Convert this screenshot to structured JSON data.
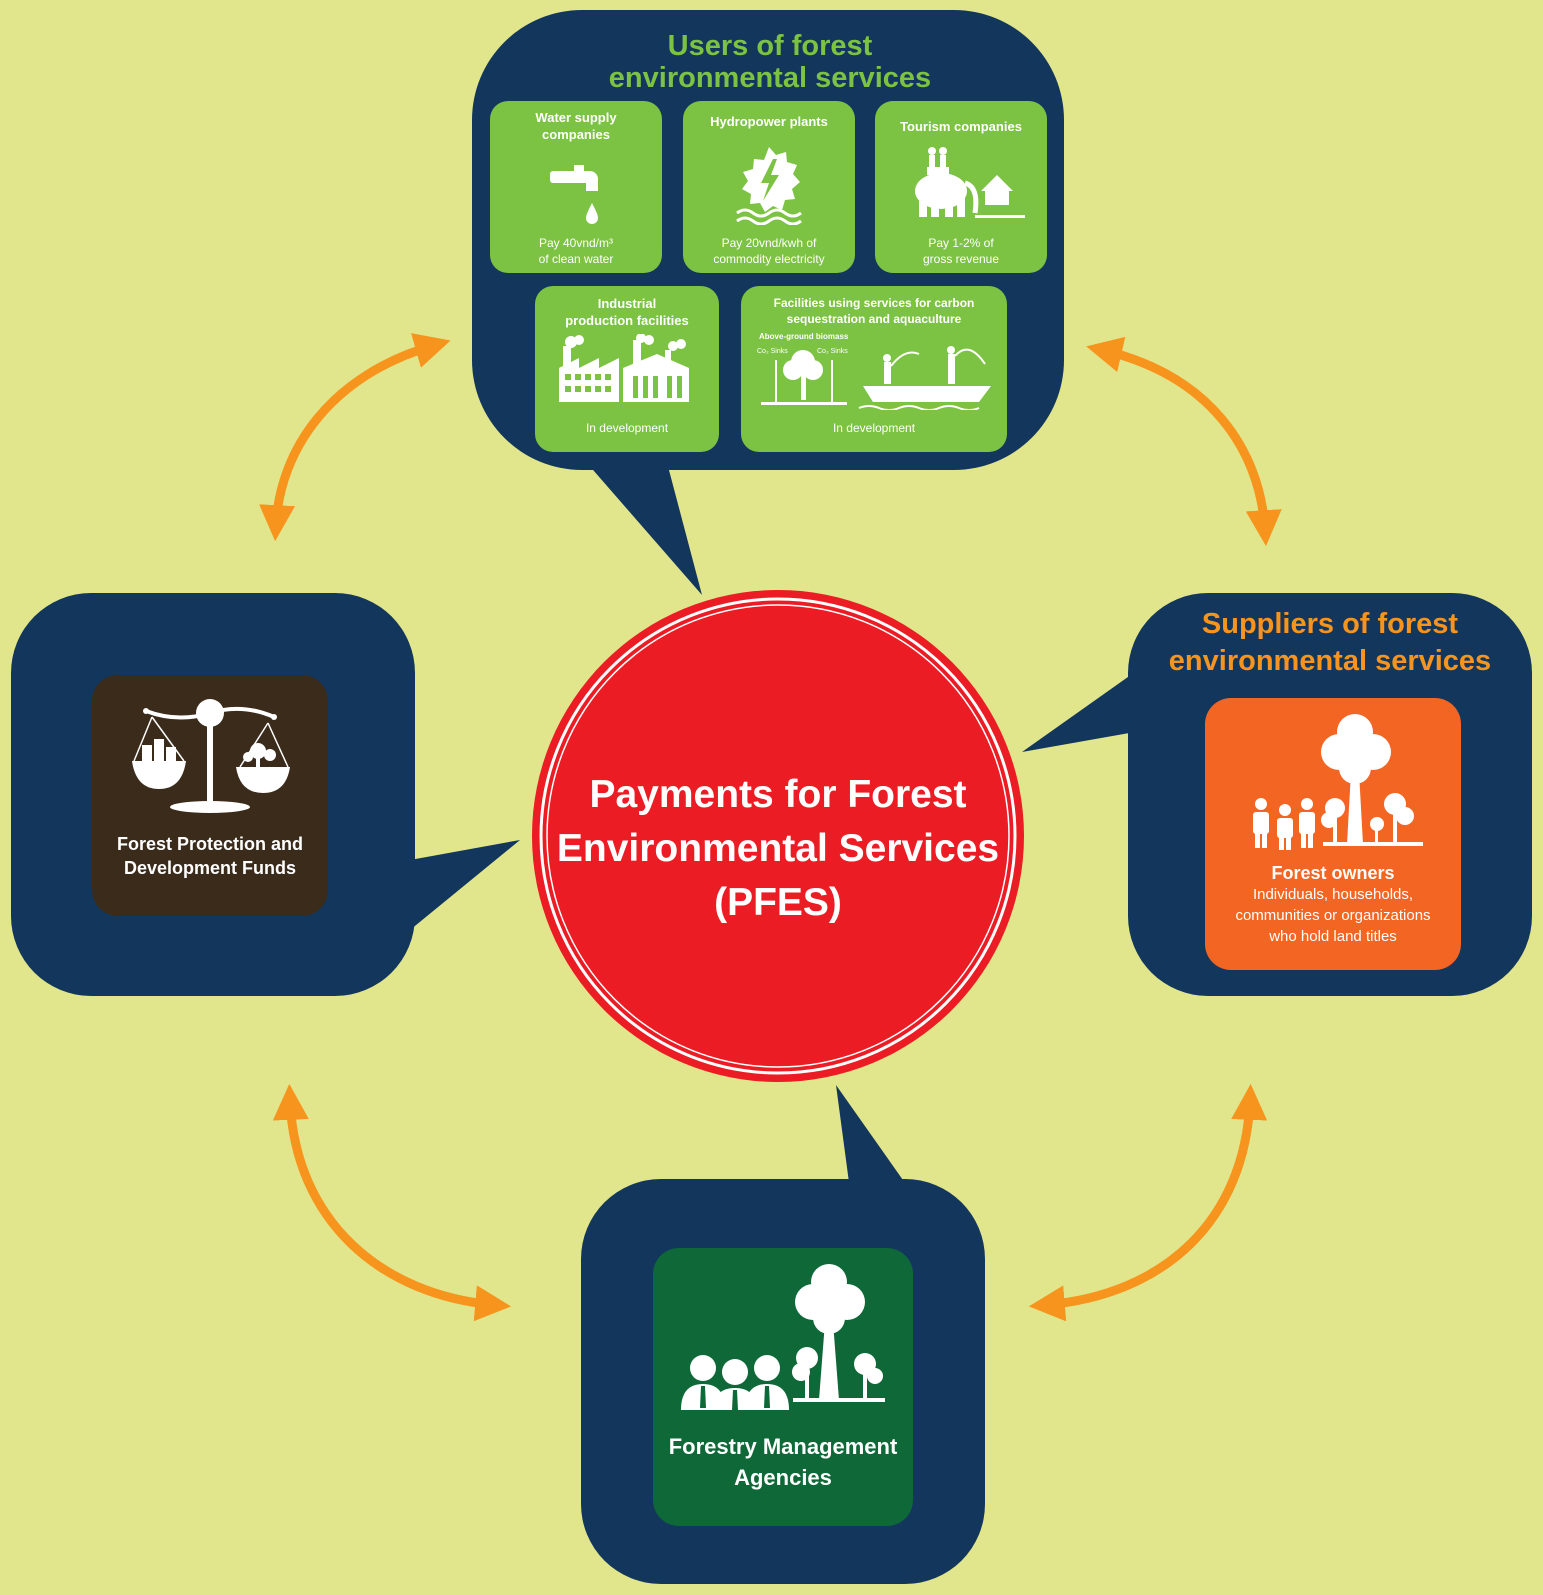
{
  "colors": {
    "background": "#e1e68c",
    "navy": "#13375c",
    "green": "#7cc243",
    "orange": "#f7941d",
    "red": "#ec1c24",
    "dark_brown": "#3b2b1a",
    "dark_green": "#0f6837",
    "orange_tile": "#f26522"
  },
  "center": {
    "line1": "Payments for Forest",
    "line2": "Environmental Services",
    "line3": "(PFES)"
  },
  "users": {
    "title_line1": "Users of forest",
    "title_line2": "environmental services",
    "cards": [
      {
        "title": "Water supply companies",
        "line1": "Pay 40vnd/m³",
        "line2": "of clean water",
        "icon": "water-tap-icon"
      },
      {
        "title": "Hydropower plants",
        "line1": "Pay 20vnd/kwh of",
        "line2": "commodity electricity",
        "icon": "hydropower-icon"
      },
      {
        "title": "Tourism companies",
        "line1": "Pay 1-2% of",
        "line2": "gross revenue",
        "icon": "elephant-tourism-icon"
      },
      {
        "title": "Industrial production facilities",
        "line1": "In development",
        "icon": "factory-icon"
      },
      {
        "title_line1": "Facilities using services for carbon",
        "title_line2": "sequestration and aquaculture",
        "line1": "In development",
        "sub_label": "Above-ground biomass",
        "sink_left": "Co₂ Sinks",
        "sink_right": "Co₂ Sinks",
        "icon": "carbon-aquaculture-icon"
      }
    ]
  },
  "suppliers": {
    "title_line1": "Suppliers of forest",
    "title_line2": "environmental services",
    "tile_title": "Forest owners",
    "desc_line1": "Individuals, households,",
    "desc_line2": "communities or organizations",
    "desc_line3": "who hold land titles",
    "icon": "people-trees-icon"
  },
  "funds": {
    "line1": "Forest Protection and",
    "line2": "Development Funds",
    "icon": "balance-scale-icon"
  },
  "agencies": {
    "line1": "Forestry Management",
    "line2": "Agencies",
    "icon": "officials-trees-icon"
  }
}
